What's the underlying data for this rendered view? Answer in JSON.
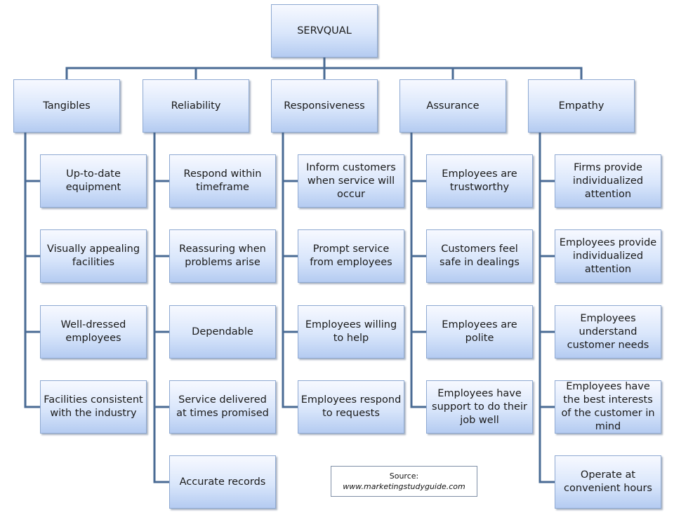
{
  "root": "SERVQUAL",
  "dimensions": [
    {
      "title": "Tangibles",
      "items": [
        "Up-to-date equipment",
        "Visually appealing facilities",
        "Well-dressed employees",
        "Facilities consistent with the industry"
      ]
    },
    {
      "title": "Reliability",
      "items": [
        "Respond within timeframe",
        "Reassuring when problems arise",
        "Dependable",
        "Service delivered at times promised",
        "Accurate records"
      ]
    },
    {
      "title": "Responsiveness",
      "items": [
        "Inform customers when service will occur",
        "Prompt service from employees",
        "Employees willing to help",
        "Employees respond to requests"
      ]
    },
    {
      "title": "Assurance",
      "items": [
        "Employees are trustworthy",
        "Customers feel safe in dealings",
        "Employees are polite",
        "Employees have support to do their job well"
      ]
    },
    {
      "title": "Empathy",
      "items": [
        "Firms provide individualized attention",
        "Employees provide individualized attention",
        "Employees understand customer needs",
        "Employees have the best interests of the customer in mind",
        "Operate at convenient hours"
      ]
    }
  ],
  "source": {
    "label": "Source:",
    "url": "www.marketingstudyguide.com"
  }
}
